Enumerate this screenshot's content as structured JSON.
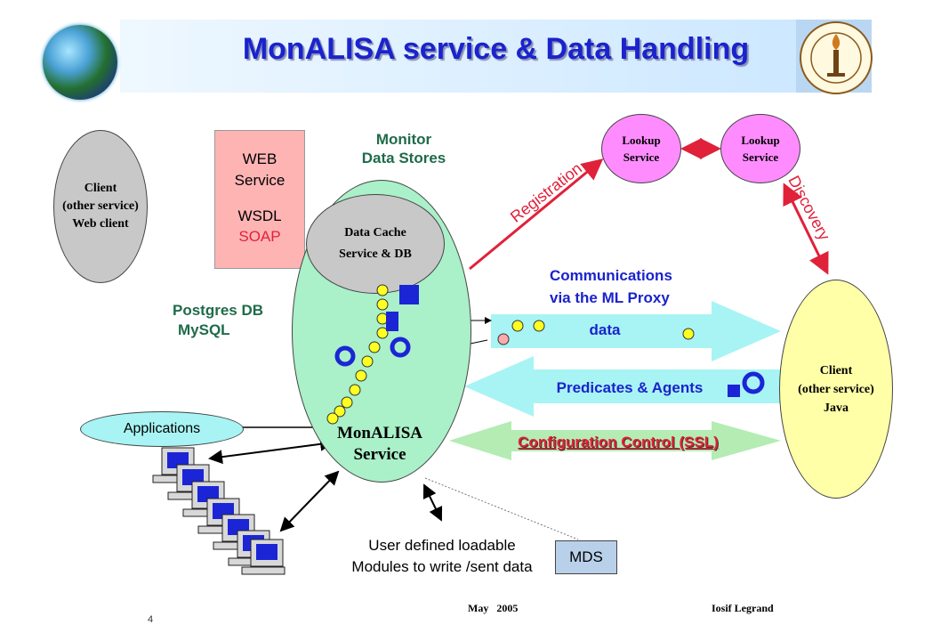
{
  "title": "MonALISA service & Data Handling",
  "client_left": {
    "line1": "Client",
    "line2": "(other service)",
    "line3": "Web client"
  },
  "web_service": {
    "line1": "WEB",
    "line2": "Service",
    "line3": "WSDL",
    "line4": "SOAP"
  },
  "monitor_stores": {
    "line1": "Monitor",
    "line2": "Data Stores"
  },
  "data_cache": {
    "line1": "Data Cache",
    "line2": "Service & DB"
  },
  "postgres": {
    "line1": "Postgres DB",
    "line2": "MySQL"
  },
  "monalisa": {
    "line1": "MonALISA",
    "line2": "Service"
  },
  "lookup_1": {
    "line1": "Lookup",
    "line2": "Service"
  },
  "lookup_2": {
    "line1": "Lookup",
    "line2": "Service"
  },
  "registration": "Registration",
  "discovery": "Discovery",
  "communications": {
    "line1": "Communications",
    "line2": "via the  ML Proxy"
  },
  "data_arrow": "data",
  "predicates_arrow": "Predicates  & Agents",
  "config_arrow": "Configuration Control (SSL)",
  "client_right": {
    "line1": "Client",
    "line2": "(other service)",
    "line3": "Java"
  },
  "applications": "Applications",
  "user_modules": {
    "line1": "User defined loadable",
    "line2": "Modules to write /sent data"
  },
  "mds": "MDS",
  "footer": {
    "page": "4",
    "date": "May   2005",
    "author": "Iosif Legrand"
  },
  "colors": {
    "title": "#1a23cc",
    "green_text": "#1f6b4a",
    "red": "#e0213a",
    "cyan": "#a8f4f4",
    "lime": "#b4ecb4",
    "yellow_client": "#ffffa8",
    "pink": "#ff8cff"
  }
}
